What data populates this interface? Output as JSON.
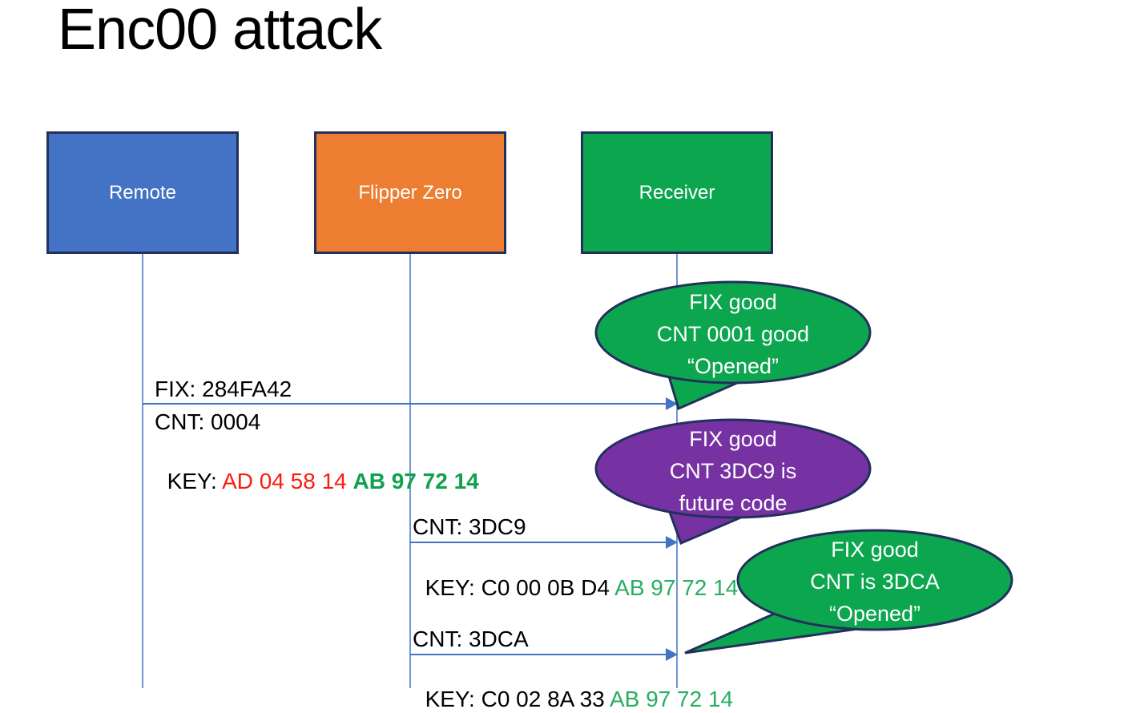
{
  "title": "Enc00 attack",
  "colors": {
    "remote_fill": "#4472c4",
    "flipper_fill": "#ed7d31",
    "receiver_fill": "#0ca64f",
    "bubble_green": "#0ca64f",
    "bubble_purple": "#7632a2",
    "shape_border": "#22305c",
    "line_blue": "#4472c4",
    "key_red": "#fa1c0e",
    "key_green_bold": "#0fa14c",
    "key_green": "#27ae60",
    "text_black": "#000000",
    "text_white": "#ffffff"
  },
  "actors": [
    {
      "label": "Remote"
    },
    {
      "label": "Flipper Zero"
    },
    {
      "label": "Receiver"
    }
  ],
  "messages": {
    "m1": {
      "fix": "FIX: 284FA42",
      "cnt": "CNT: 0004",
      "key_prefix": "KEY: ",
      "key_red": "AD 04 58 14 ",
      "key_green": "AB 97 72 14"
    },
    "m2": {
      "cnt": "CNT: 3DC9",
      "key_prefix": "KEY: C0 00 0B D4 ",
      "key_green": "AB 97 72 14"
    },
    "m3": {
      "cnt": "CNT: 3DCA",
      "key_prefix": "KEY: C0 02 8A 33 ",
      "key_green": "AB 97 72 14"
    }
  },
  "bubbles": {
    "b1": {
      "line1": "FIX good",
      "line2": "CNT 0001 good",
      "line3": "“Opened”"
    },
    "b2": {
      "line1": "FIX good",
      "line2": "CNT 3DC9 is",
      "line3": "future code"
    },
    "b3": {
      "line1": "FIX good",
      "line2": "CNT is 3DCA",
      "line3": "“Opened”"
    }
  }
}
